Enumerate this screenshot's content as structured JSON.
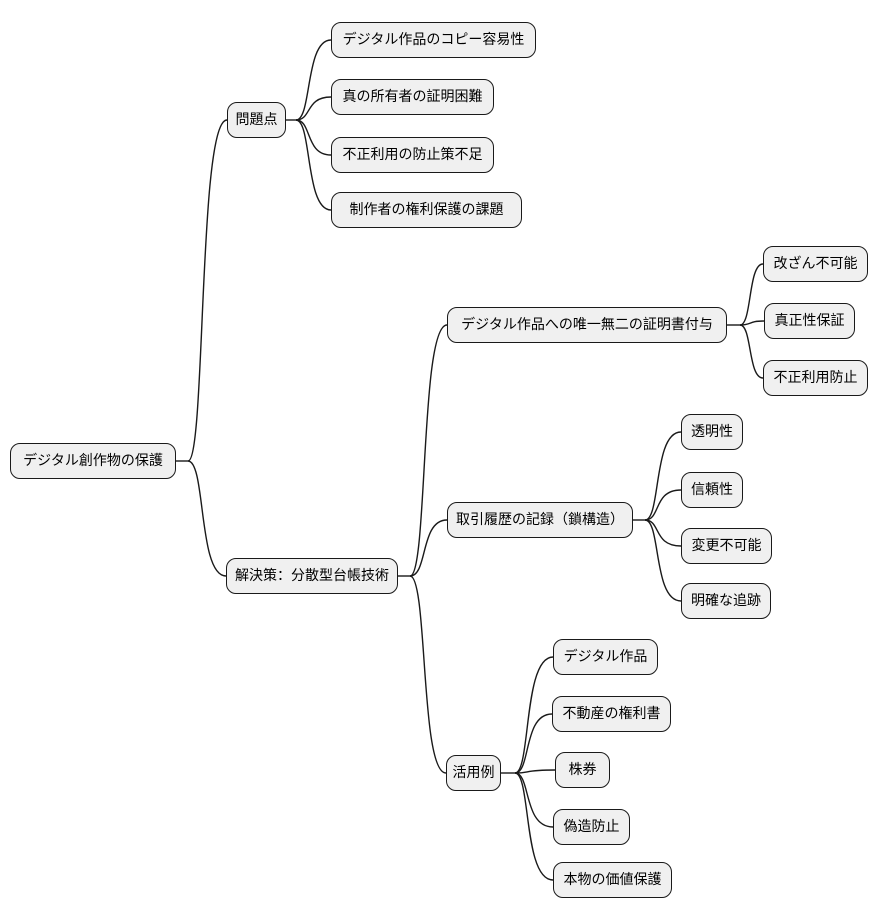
{
  "diagram": {
    "type": "mindmap",
    "colors": {
      "background": "#ffffff",
      "node_fill": "#f0f0f0",
      "node_border": "#1a1a1a",
      "line": "#1a1a1a",
      "text": "#000000"
    },
    "root": {
      "label": "デジタル創作物の保護"
    },
    "branches": [
      {
        "label": "問題点",
        "children": [
          {
            "label": "デジタル作品のコピー容易性"
          },
          {
            "label": "真の所有者の証明困難"
          },
          {
            "label": "不正利用の防止策不足"
          },
          {
            "label": "制作者の権利保護の課題"
          }
        ]
      },
      {
        "label": "解決策：分散型台帳技術",
        "children": [
          {
            "label": "デジタル作品への唯一無二の証明書付与",
            "children": [
              {
                "label": "改ざん不可能"
              },
              {
                "label": "真正性保証"
              },
              {
                "label": "不正利用防止"
              }
            ]
          },
          {
            "label": "取引履歴の記録（鎖構造）",
            "children": [
              {
                "label": "透明性"
              },
              {
                "label": "信頼性"
              },
              {
                "label": "変更不可能"
              },
              {
                "label": "明確な追跡"
              }
            ]
          },
          {
            "label": "活用例",
            "children": [
              {
                "label": "デジタル作品"
              },
              {
                "label": "不動産の権利書"
              },
              {
                "label": "株券"
              },
              {
                "label": "偽造防止"
              },
              {
                "label": "本物の価値保護"
              }
            ]
          }
        ]
      }
    ]
  }
}
